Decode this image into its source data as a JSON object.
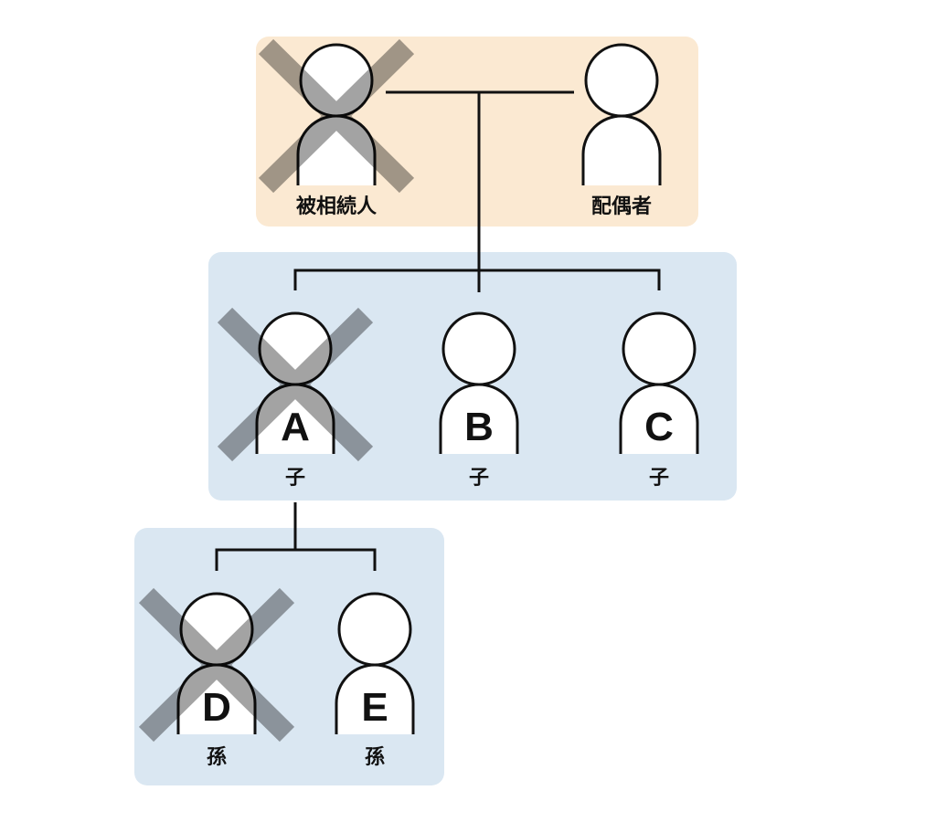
{
  "colors": {
    "decedent_group": "#fbe9d2",
    "heir_group": "#dae7f2",
    "line": "#111111",
    "cross": "rgba(0,0,0,0.36)"
  },
  "groups": [
    {
      "name": "decedent-spouse-group",
      "members": [
        {
          "id": "decedent",
          "letter": "",
          "label": "被相続人",
          "deceased": true
        },
        {
          "id": "spouse",
          "letter": "",
          "label": "配偶者",
          "deceased": false
        }
      ]
    },
    {
      "name": "children-group",
      "members": [
        {
          "id": "child-a",
          "letter": "A",
          "label": "子",
          "deceased": true
        },
        {
          "id": "child-b",
          "letter": "B",
          "label": "子",
          "deceased": false
        },
        {
          "id": "child-c",
          "letter": "C",
          "label": "子",
          "deceased": false
        }
      ]
    },
    {
      "name": "grandchildren-group",
      "members": [
        {
          "id": "grandchild-d",
          "letter": "D",
          "label": "孫",
          "deceased": true
        },
        {
          "id": "grandchild-e",
          "letter": "E",
          "label": "孫",
          "deceased": false
        }
      ]
    }
  ]
}
